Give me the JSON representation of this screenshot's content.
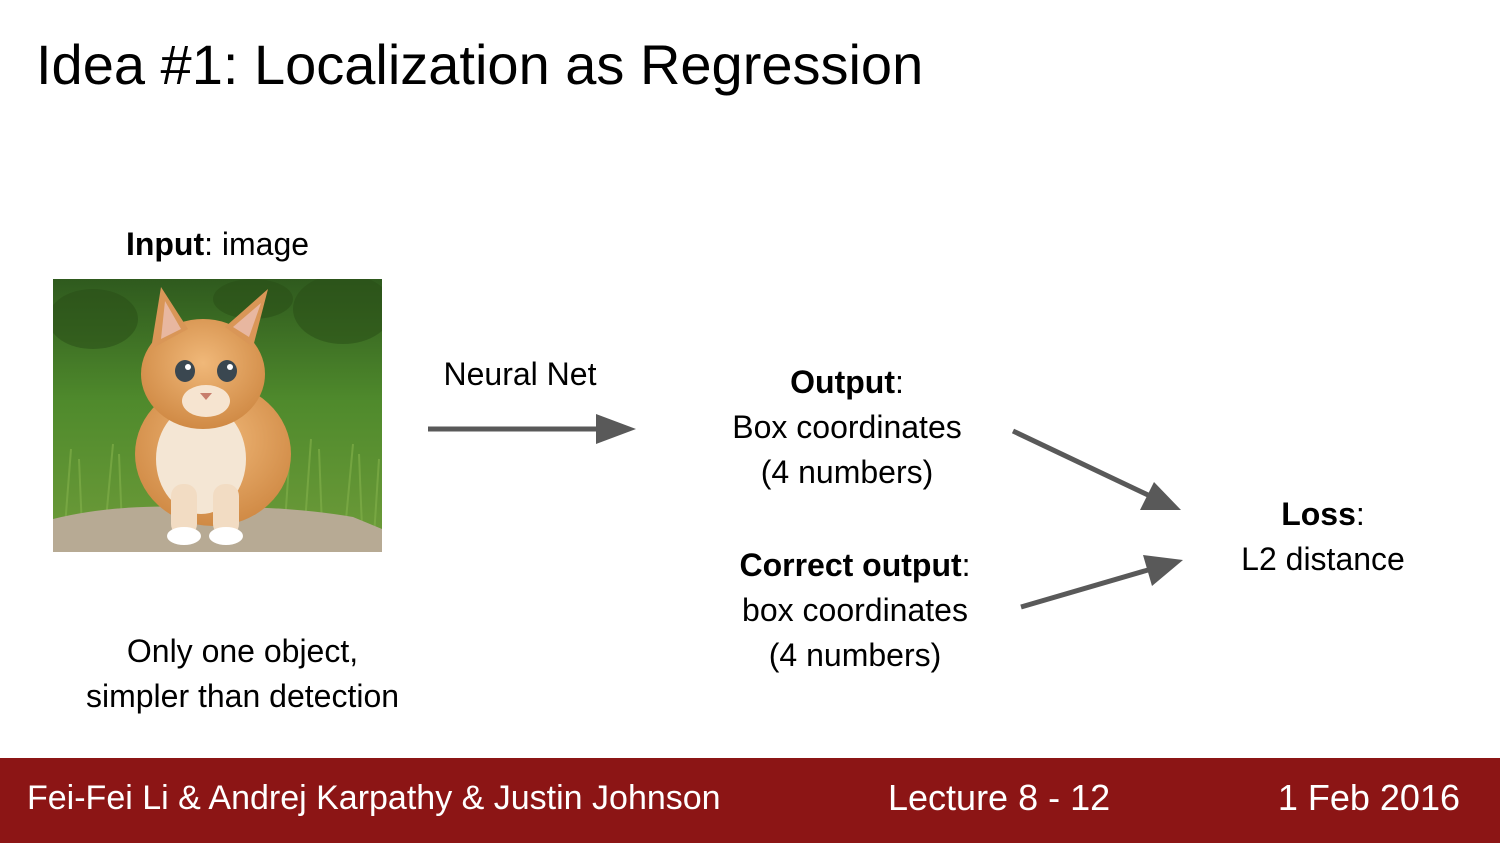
{
  "slide": {
    "title": "Idea #1: Localization as Regression"
  },
  "input": {
    "label_bold": "Input",
    "label_rest": ": image",
    "image_subject": "kitten on grass"
  },
  "network": {
    "label": "Neural Net"
  },
  "output": {
    "label_bold": "Output",
    "label_rest": ":",
    "line1": "Box coordinates",
    "line2": "(4 numbers)"
  },
  "correct_output": {
    "label_bold": "Correct output",
    "label_rest": ":",
    "line1": "box coordinates",
    "line2": "(4 numbers)"
  },
  "loss": {
    "label_bold": "Loss",
    "label_rest": ":",
    "line1": "L2 distance"
  },
  "note": {
    "line1": "Only one object,",
    "line2": "simpler than detection"
  },
  "footer": {
    "authors": "Fei-Fei Li & Andrej Karpathy & Justin Johnson",
    "lecture": "Lecture 8 - 12",
    "date": "1 Feb 2016",
    "background_color": "#8c1515"
  },
  "colors": {
    "arrow": "#595959"
  }
}
